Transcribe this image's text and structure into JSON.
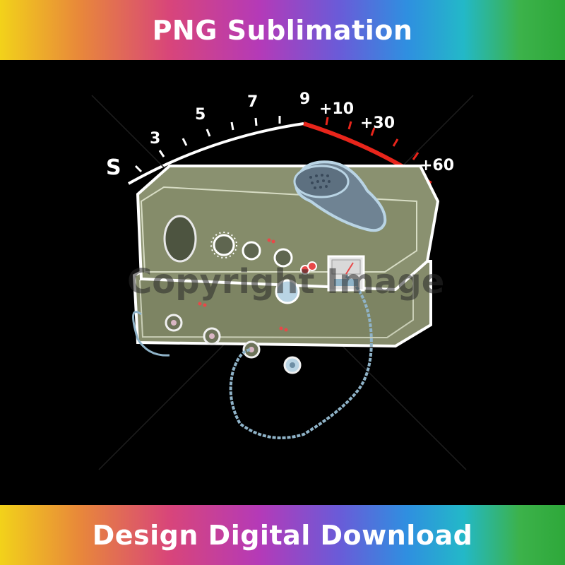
{
  "banner": {
    "top_text": "PNG Sublimation",
    "bottom_text": "Design Digital Download"
  },
  "meter": {
    "labels": [
      "S",
      "3",
      "5",
      "7",
      "9",
      "+10",
      "+30",
      "+60"
    ],
    "red_zone_start_label": "9"
  },
  "watermark": "Copyright Image",
  "colors": {
    "body": "#8a9170",
    "outline": "#ffffff",
    "mic": "#8fb3c8",
    "red_scale": "#e8251b",
    "background": "#000000"
  }
}
